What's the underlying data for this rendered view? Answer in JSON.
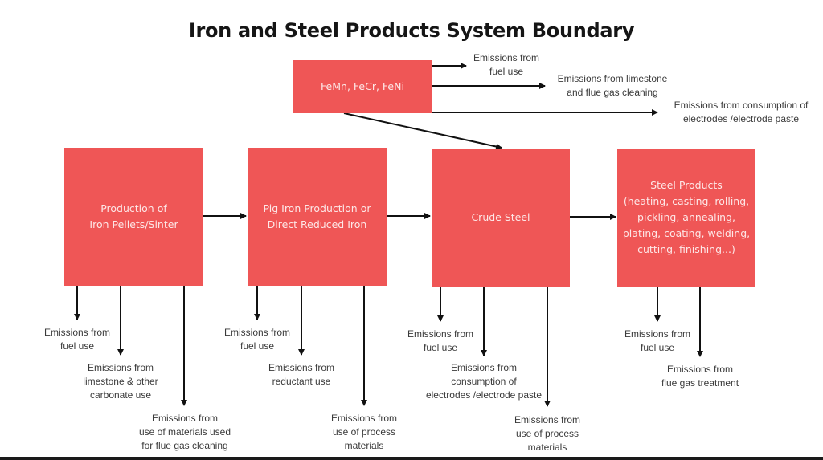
{
  "title": "Iron and Steel Products System Boundary",
  "colors": {
    "box_fill": "#ef5656",
    "box_text": "#fde7e7",
    "arrow": "#111111",
    "label_text": "#3a3a3a"
  },
  "boxes": {
    "ferroalloys": "FeMn, FeCr, FeNi",
    "pellets": "Production of\nIron Pellets/Sinter",
    "pig_iron": "Pig Iron Production or\nDirect Reduced Iron",
    "crude_steel": "Crude Steel",
    "steel_products": "Steel Products\n(heating, casting, rolling,\npickling, annealing,\nplating, coating, welding,\ncutting, finishing...)"
  },
  "emissions": {
    "ferroalloys": [
      "Emissions from\nfuel use",
      "Emissions from limestone\nand flue gas cleaning",
      "Emissions from consumption of\nelectrodes /electrode paste"
    ],
    "pellets": [
      "Emissions from\nfuel use",
      "Emissions from\nlimestone & other\ncarbonate use",
      "Emissions from\nuse of materials used\nfor flue gas cleaning"
    ],
    "pig_iron": [
      "Emissions from\nfuel use",
      "Emissions from\nreductant use",
      "Emissions from\nuse of process\nmaterials"
    ],
    "crude_steel": [
      "Emissions from\nfuel use",
      "Emissions from\nconsumption of\nelectrodes /electrode paste",
      "Emissions from\nuse of process\nmaterials"
    ],
    "steel_products": [
      "Emissions from\nfuel use",
      "Emissions from\nflue gas treatment"
    ]
  }
}
